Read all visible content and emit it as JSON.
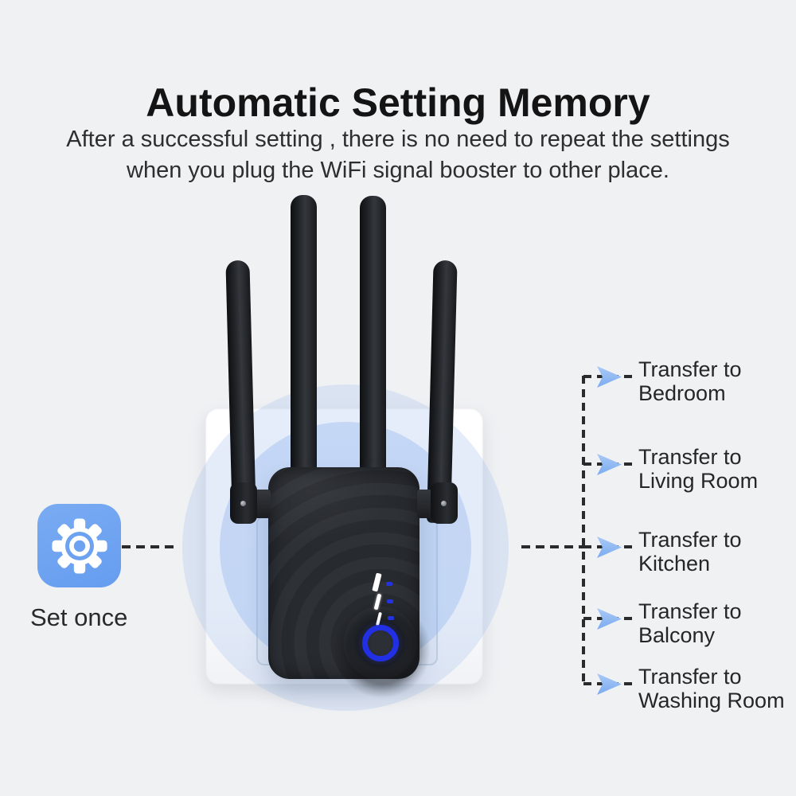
{
  "title": "Automatic Setting Memory",
  "subtitle": {
    "line1": "After a successful setting , there is no need to repeat the settings",
    "line2": "when you plug the WiFi signal booster to other place."
  },
  "set_once": {
    "label": "Set once",
    "icon": "gear-icon"
  },
  "device": {
    "kind": "wifi-signal-booster-in-wall-outlet",
    "antenna_count": 4,
    "led_count": 3,
    "button": "wps-button"
  },
  "transfers": {
    "arrow_icon": "arrow-right-icon",
    "items": [
      {
        "line1": "Transfer to",
        "line2": "Bedroom"
      },
      {
        "line1": "Transfer to",
        "line2": "Living Room"
      },
      {
        "line1": "Transfer to",
        "line2": "Kitchen"
      },
      {
        "line1": "Transfer to",
        "line2": "Balcony"
      },
      {
        "line1": "Transfer to",
        "line2": "Washing Room"
      }
    ]
  },
  "colors": {
    "background": "#f0f1f3",
    "gear_tile_blue": "#6da2f0",
    "arrow_blue": "#8db6f2",
    "glow_outer_blue": "rgba(168,196,240,0.30)",
    "glow_inner_blue": "rgba(148,182,238,0.40)",
    "led_blue": "#2433e0",
    "button_ring_blue": "#2130e2",
    "device_dark": "#292c31",
    "text_dark": "#262626"
  }
}
